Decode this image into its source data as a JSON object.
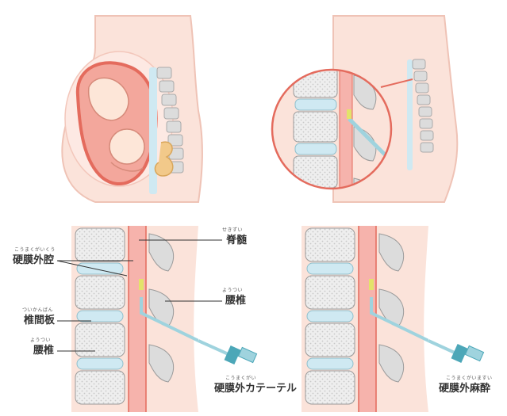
{
  "labels": {
    "spinal_cord": {
      "text": "脊髄",
      "ruby": "せきずい"
    },
    "epidural_space": {
      "text": "硬膜外腔",
      "ruby": "こうまくがいくう"
    },
    "lumbar_right": {
      "text": "腰椎",
      "ruby": "ようつい"
    },
    "intervertebral_disc": {
      "text": "椎間板",
      "ruby": "ついかんばん"
    },
    "lumbar_left": {
      "text": "腰椎",
      "ruby": "ようつい"
    },
    "epidural_catheter": {
      "text": "硬膜外カテーテル",
      "ruby": "こうまくがい"
    },
    "epidural_anesthesia": {
      "text": "硬膜外麻酔",
      "ruby": "こうまくがいますい"
    }
  },
  "colors": {
    "skin": "#fbe3da",
    "skin_outline": "#efc3b6",
    "uterus": "#f08b7f",
    "spinal_cord": "#f6b3ac",
    "vertebra": "#d9d9d9",
    "disc": "#cfe9f2",
    "catheter": "#9fd3de",
    "connector": "#4ca7b8",
    "needle_tip": "#e3e36a"
  }
}
